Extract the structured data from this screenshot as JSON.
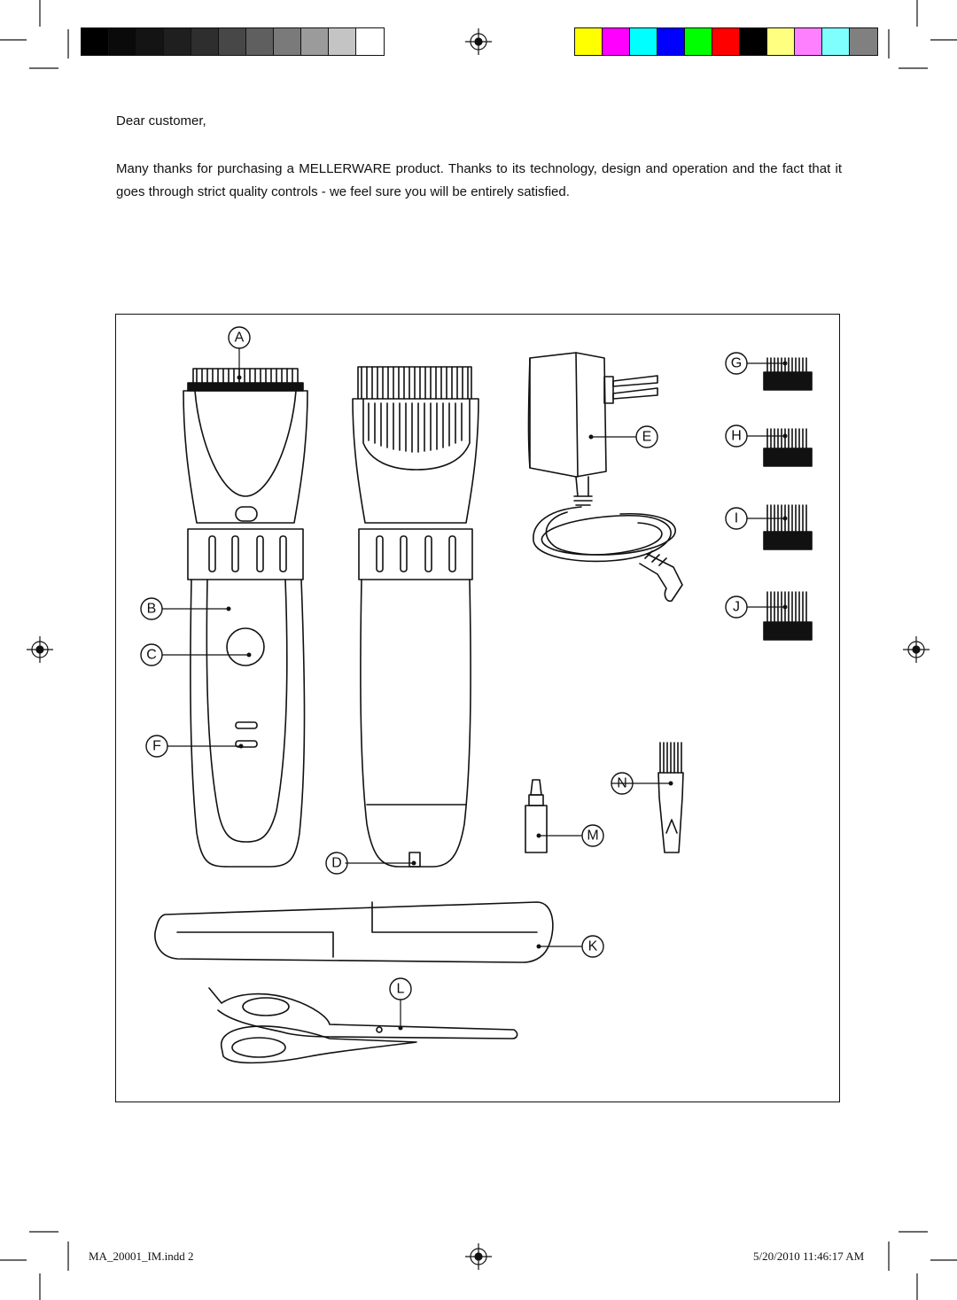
{
  "letter": {
    "greeting": "Dear customer,",
    "intro": "Many thanks for purchasing a MELLERWARE product. Thanks to its technology, design and operation and the fact that it goes through strict quality controls - we feel sure you will be entirely satisfied."
  },
  "diagram": {
    "labels": {
      "A": "A",
      "B": "B",
      "C": "C",
      "D": "D",
      "E": "E",
      "F": "F",
      "G": "G",
      "H": "H",
      "I": "I",
      "J": "J",
      "K": "K",
      "L": "L",
      "M": "M",
      "N": "N"
    }
  },
  "print_marks": {
    "gray_swatches": [
      "#000000",
      "#0a0a0a",
      "#141414",
      "#1f1f1f",
      "#2e2e2e",
      "#474747",
      "#5f5f5f",
      "#7a7a7a",
      "#9b9b9b",
      "#c4c4c4",
      "#ffffff"
    ],
    "color_swatches": [
      "#ffff00",
      "#ff00ff",
      "#00ffff",
      "#0000ff",
      "#00ff00",
      "#ff0000",
      "#000000",
      "#ffff80",
      "#ff80ff",
      "#80ffff",
      "#808080"
    ]
  },
  "footer": {
    "file_name": "MA_20001_IM.indd   2",
    "timestamp": "5/20/2010   11:46:17 AM"
  }
}
